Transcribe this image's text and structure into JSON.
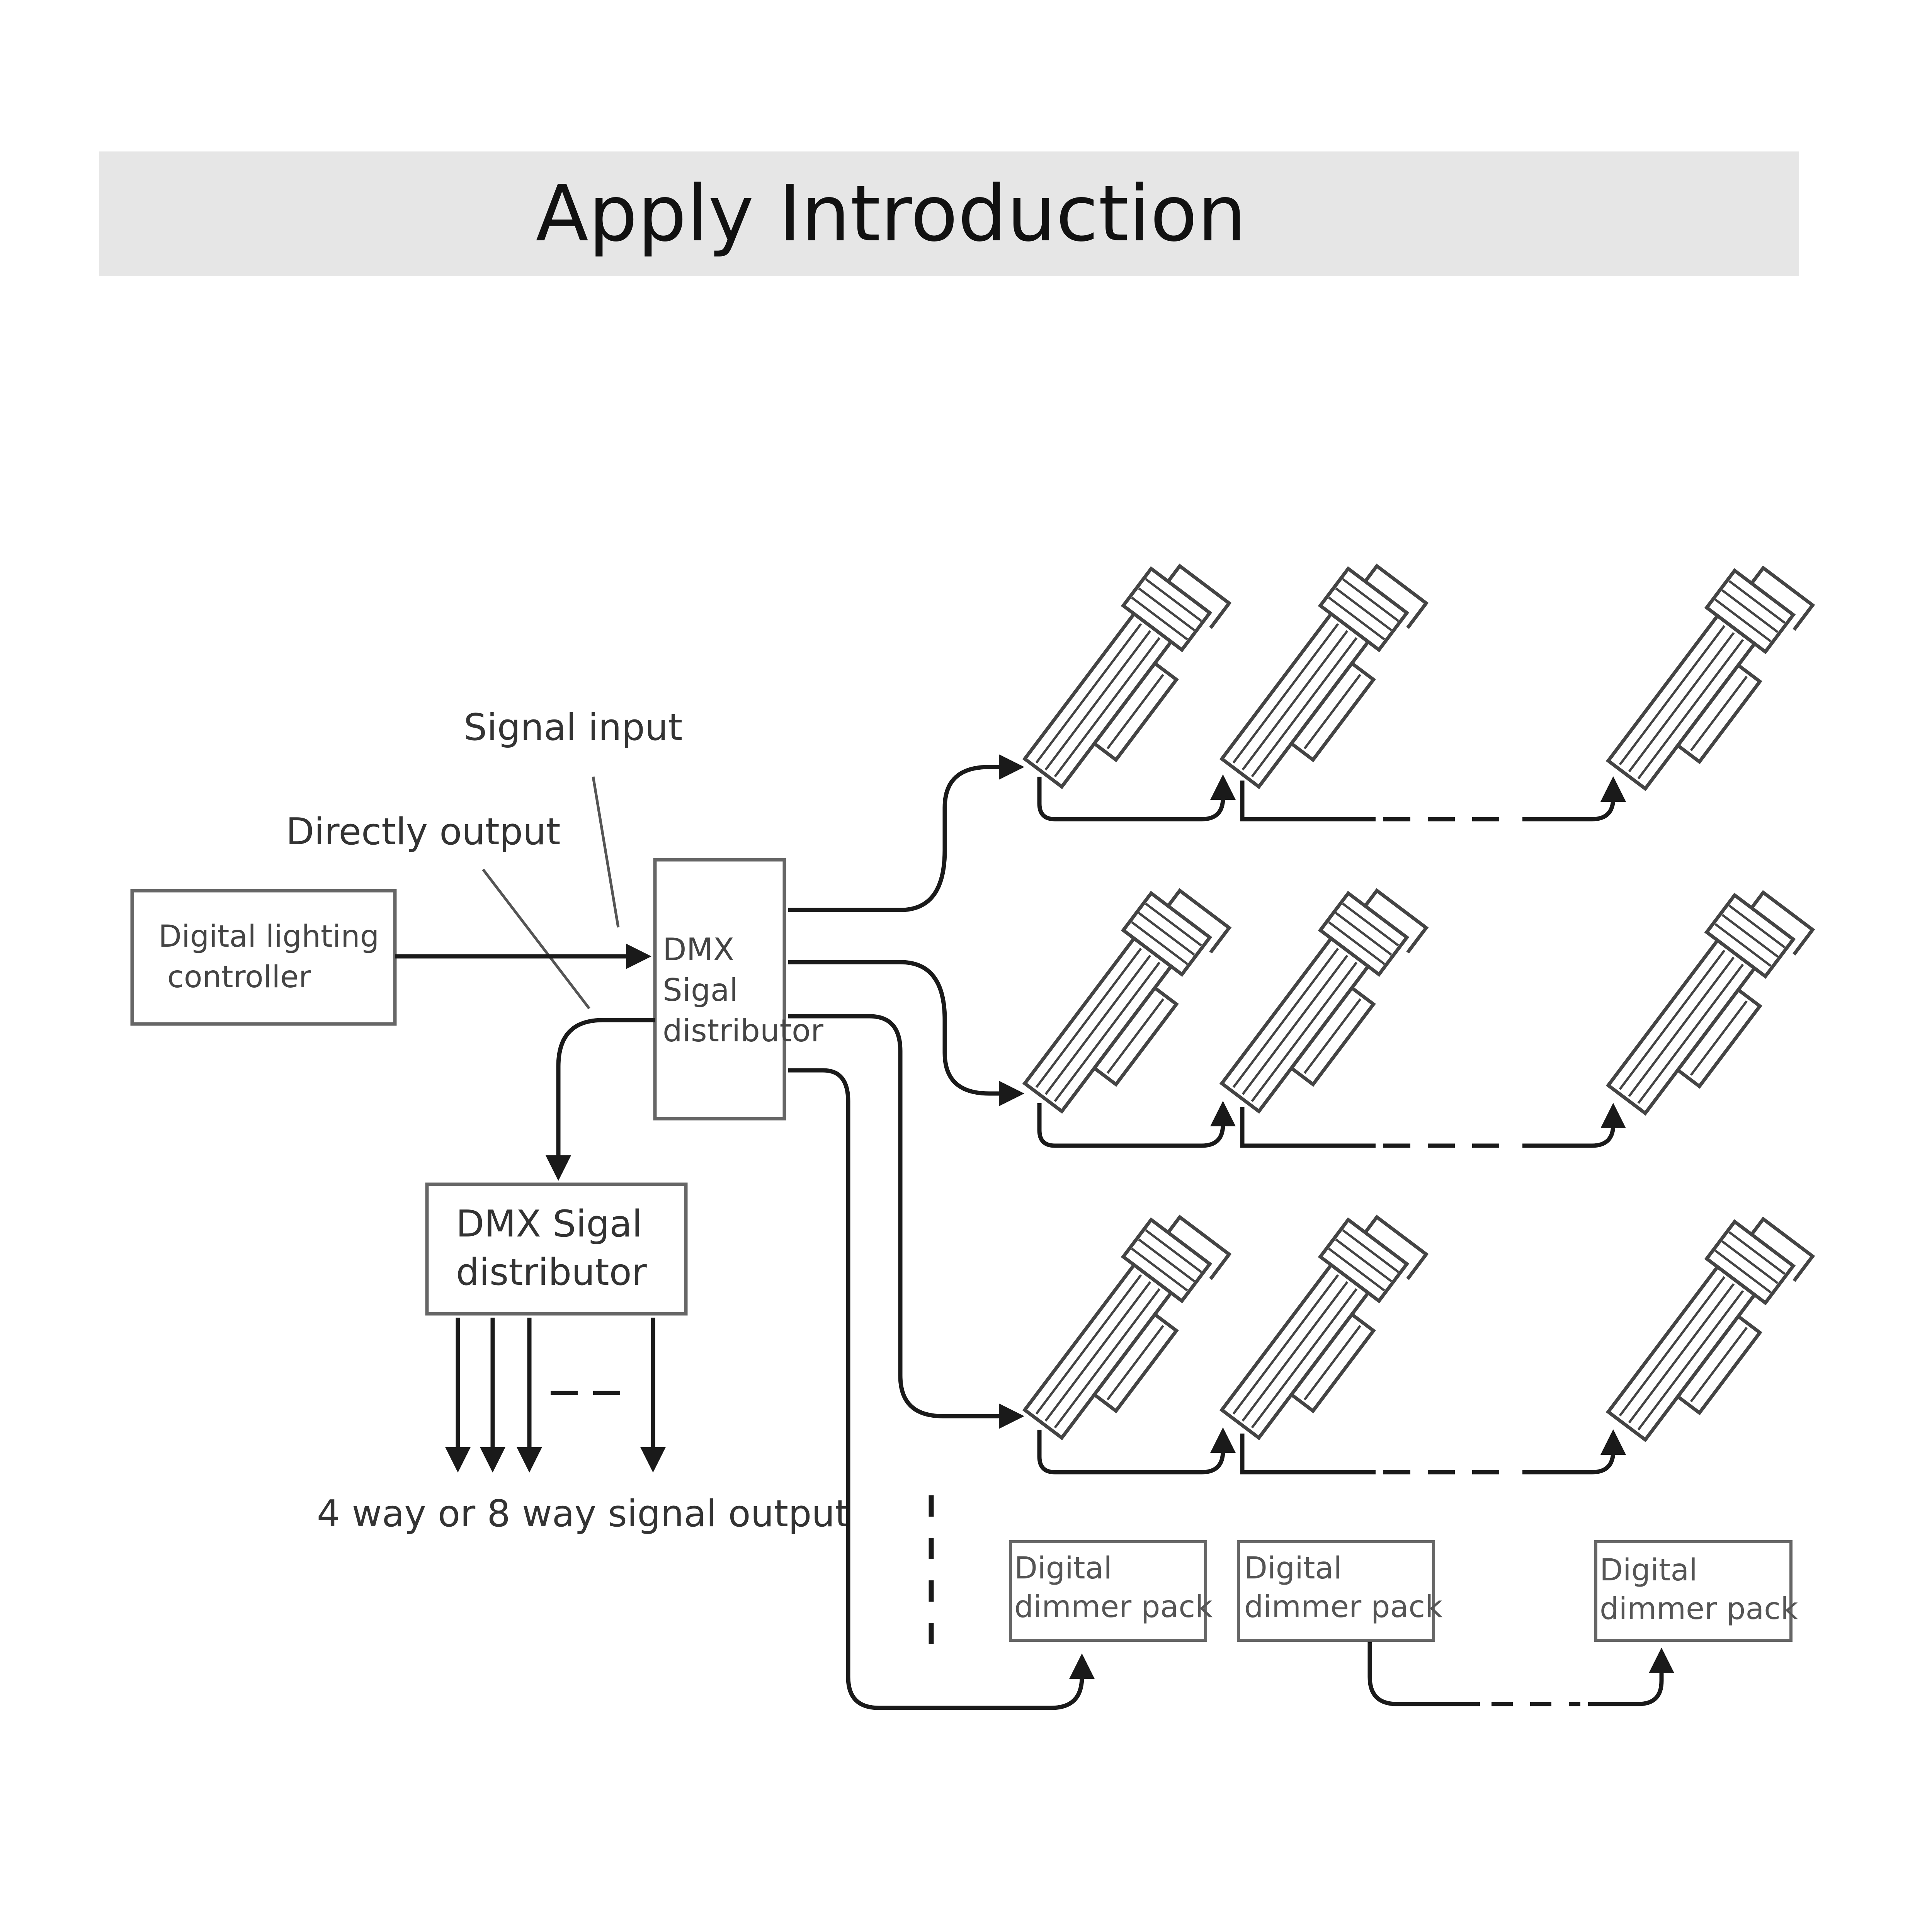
{
  "header": {
    "title": "Apply Introduction"
  },
  "labels": {
    "signal_input": "Signal input",
    "directly_output": "Directly output",
    "four_or_eight": "4 way or 8 way signal output"
  },
  "controller": {
    "line1": "Digital lighting",
    "line2": "controller"
  },
  "main_distributor": {
    "line1": "DMX",
    "line2": "Sigal",
    "line3": "distributor"
  },
  "second_distributor": {
    "line1": "DMX Sigal",
    "line2": "distributor"
  },
  "dimmer_packs": [
    {
      "line1": "Digital",
      "line2": "dimmer pack"
    },
    {
      "line1": "Digital",
      "line2": "dimmer pack"
    },
    {
      "line1": "Digital",
      "line2": "dimmer pack"
    }
  ],
  "colors": {
    "line": "#1a1a1a",
    "box": "#666666",
    "text": "#333333",
    "fixture": "#444444",
    "band": "#e6e6e6"
  }
}
